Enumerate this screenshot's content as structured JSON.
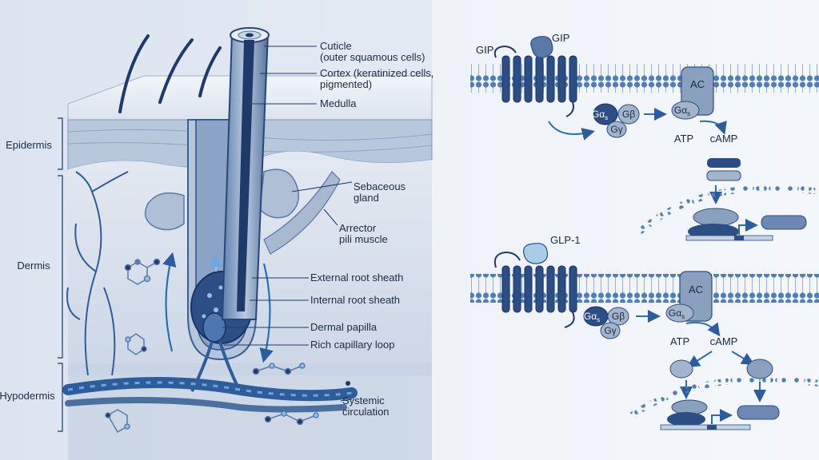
{
  "hair_follicle": {
    "layers": {
      "epidermis": "Epidermis",
      "dermis": "Dermis",
      "hypodermis": "Hypodermis"
    },
    "labels": {
      "cuticle_line1": "Cuticle",
      "cuticle_line2": "(outer squamous cells)",
      "cortex_line1": "Cortex (keratinized cells,",
      "cortex_line2": "pigmented)",
      "medulla": "Medulla",
      "sebaceous_line1": "Sebaceous",
      "sebaceous_line2": "gland",
      "arrector_line1": "Arrector",
      "arrector_line2": "pili muscle",
      "external_root_sheath": "External root sheath",
      "internal_root_sheath": "Internal root sheath",
      "dermal_papilla": "Dermal papilla",
      "capillary_loop": "Rich capillary loop",
      "systemic_line1": "Systemic",
      "systemic_line2": "circulation"
    }
  },
  "gip_pathway": {
    "ligand_left": "GIP",
    "ligand_right": "GIP",
    "ac": "AC",
    "g_alpha": "Gα",
    "g_alpha_sub": "s",
    "g_beta": "Gβ",
    "g_gamma": "Gγ",
    "ac_g_alpha": "Gα",
    "ac_g_alpha_sub": "s",
    "atp": "ATP",
    "camp": "cAMP"
  },
  "glp1_pathway": {
    "ligand": "GLP-1",
    "ac": "AC",
    "g_alpha": "Gα",
    "g_alpha_sub": "s",
    "g_beta": "Gβ",
    "g_gamma": "Gγ",
    "ac_g_alpha": "Gα",
    "ac_g_alpha_sub": "s",
    "atp": "ATP",
    "camp": "cAMP"
  },
  "colors": {
    "navy": "#1f3a68",
    "mid_blue": "#5a79a8",
    "light_blue": "#a9c2e0",
    "membrane_head": "#4f7fb8",
    "accent": "#2a6fb5"
  }
}
